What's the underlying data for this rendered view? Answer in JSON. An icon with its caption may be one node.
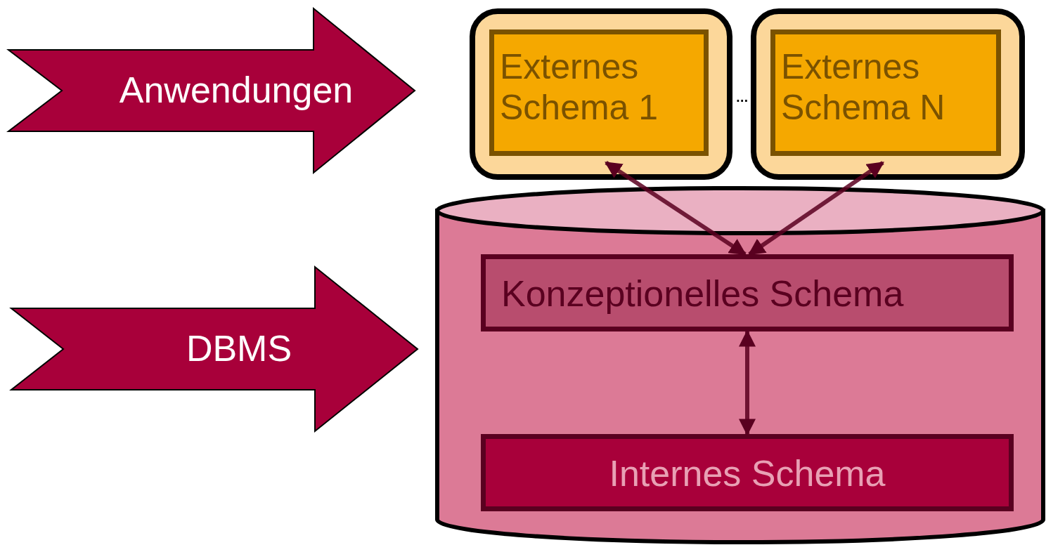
{
  "diagram": {
    "nodes": [
      {
        "text": [
          "Anwendungen"
        ]
      },
      {
        "text": [
          "DBMS"
        ]
      },
      {
        "text": [
          "Externes Schema 1"
        ]
      },
      {
        "text": [
          "Externes Schema N"
        ]
      },
      {
        "text": [],
        "shape": "cylinder"
      },
      {
        "text": [
          "Konzeptionelles Schema"
        ],
        "in": 4
      },
      {
        "text": [
          "Internes Schema"
        ],
        "in": 4
      }
    ],
    "edges": [
      {
        "from": 2,
        "to": 5,
        "arrow": "both"
      },
      {
        "from": 3,
        "to": 5,
        "arrow": "both"
      },
      {
        "from": 5,
        "to": 6,
        "arrow": "both"
      }
    ],
    "labels": [
      "..."
    ]
  }
}
